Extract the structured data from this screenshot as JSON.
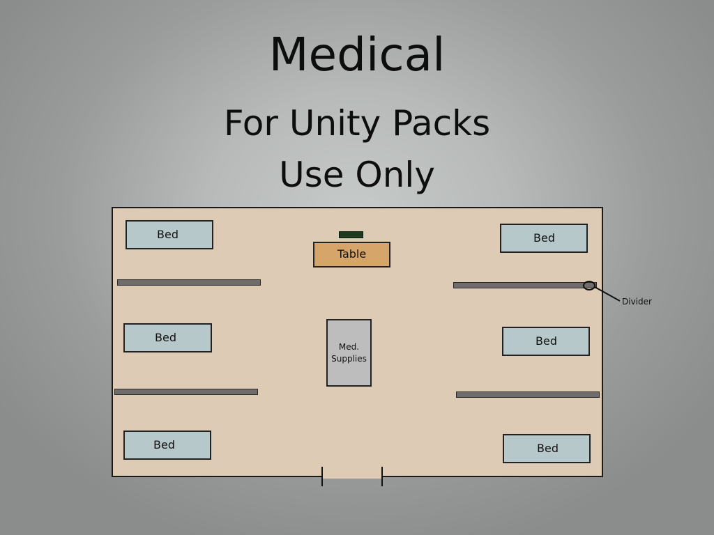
{
  "title": "Medical",
  "subtitle_line1": "For Unity Packs",
  "subtitle_line2": "Use Only",
  "room": {
    "beds": [
      "Bed",
      "Bed",
      "Bed",
      "Bed",
      "Bed",
      "Bed"
    ],
    "table_label": "Table",
    "supplies_line1": "Med.",
    "supplies_line2": "Supplies",
    "divider_label": "Divider"
  },
  "colors": {
    "floor": "#ddcbb6",
    "bed": "#b7c8cb",
    "table": "#d5a56a",
    "supplies": "#bdbdbd",
    "divider": "#6f6c6b"
  }
}
